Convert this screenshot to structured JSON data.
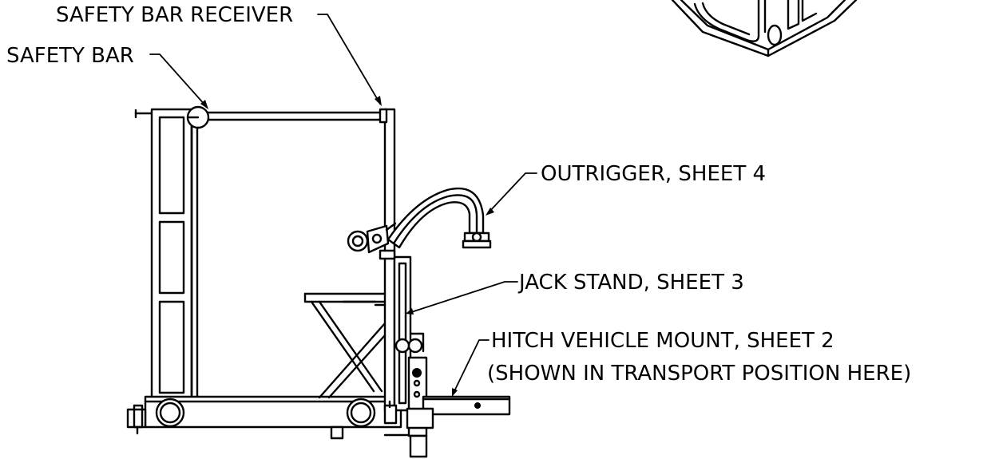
{
  "callouts": {
    "safety_bar_receiver": "SAFETY BAR RECEIVER",
    "safety_bar": "SAFETY BAR",
    "outrigger": "OUTRIGGER, SHEET 4",
    "jack_stand": "JACK STAND, SHEET 3",
    "hitch_mount_line1": "HITCH VEHICLE MOUNT, SHEET 2",
    "hitch_mount_line2": "(SHOWN IN TRANSPORT POSITION HERE)"
  }
}
